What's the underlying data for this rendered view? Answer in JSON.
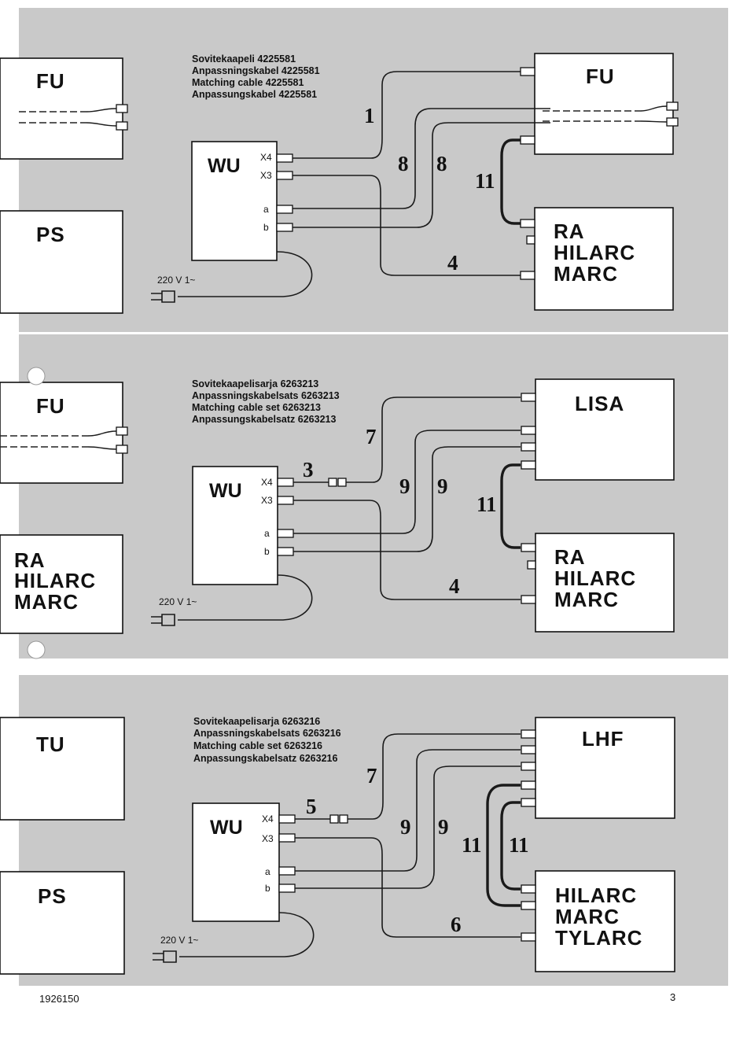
{
  "document_number": "1926150",
  "page_number": "3",
  "panels": [
    {
      "caption": [
        "Sovitekaapeli 4225581",
        "Anpassningskabel 4225581",
        "Matching cable 4225581",
        "Anpassungskabel 4225581"
      ],
      "left_boxes": [
        "FU",
        "PS"
      ],
      "wu": {
        "title": "WU",
        "ports": [
          "X4",
          "X3",
          "a",
          "b"
        ]
      },
      "voltage": "220 V 1~",
      "right_top": [
        "FU"
      ],
      "right_bottom": [
        "RA",
        "HILARC",
        "MARC"
      ],
      "cable_numbers": [
        "1",
        "8",
        "8",
        "11",
        "4"
      ]
    },
    {
      "caption": [
        "Sovitekaapelisarja 6263213",
        "Anpassningskabelsats 6263213",
        "Matching cable set 6263213",
        "Anpassungskabelsatz 6263213"
      ],
      "left_boxes": [
        "FU",
        "RA",
        "HILARC",
        "MARC"
      ],
      "wu": {
        "title": "WU",
        "ports": [
          "X4",
          "X3",
          "a",
          "b"
        ]
      },
      "voltage": "220 V 1~",
      "right_top": [
        "LISA"
      ],
      "right_bottom": [
        "RA",
        "HILARC",
        "MARC"
      ],
      "cable_numbers": [
        "3",
        "7",
        "9",
        "9",
        "11",
        "4"
      ]
    },
    {
      "caption": [
        "Sovitekaapelisarja 6263216",
        "Anpassningskabelsats 6263216",
        "Matching cable set 6263216",
        "Anpassungskabelsatz 6263216"
      ],
      "left_boxes": [
        "TU",
        "PS"
      ],
      "wu": {
        "title": "WU",
        "ports": [
          "X4",
          "X3",
          "a",
          "b"
        ]
      },
      "voltage": "220 V 1~",
      "right_top": [
        "LHF"
      ],
      "right_bottom": [
        "HILARC",
        "MARC",
        "TYLARC"
      ],
      "cable_numbers": [
        "5",
        "7",
        "9",
        "9",
        "11",
        "11",
        "6"
      ]
    }
  ]
}
